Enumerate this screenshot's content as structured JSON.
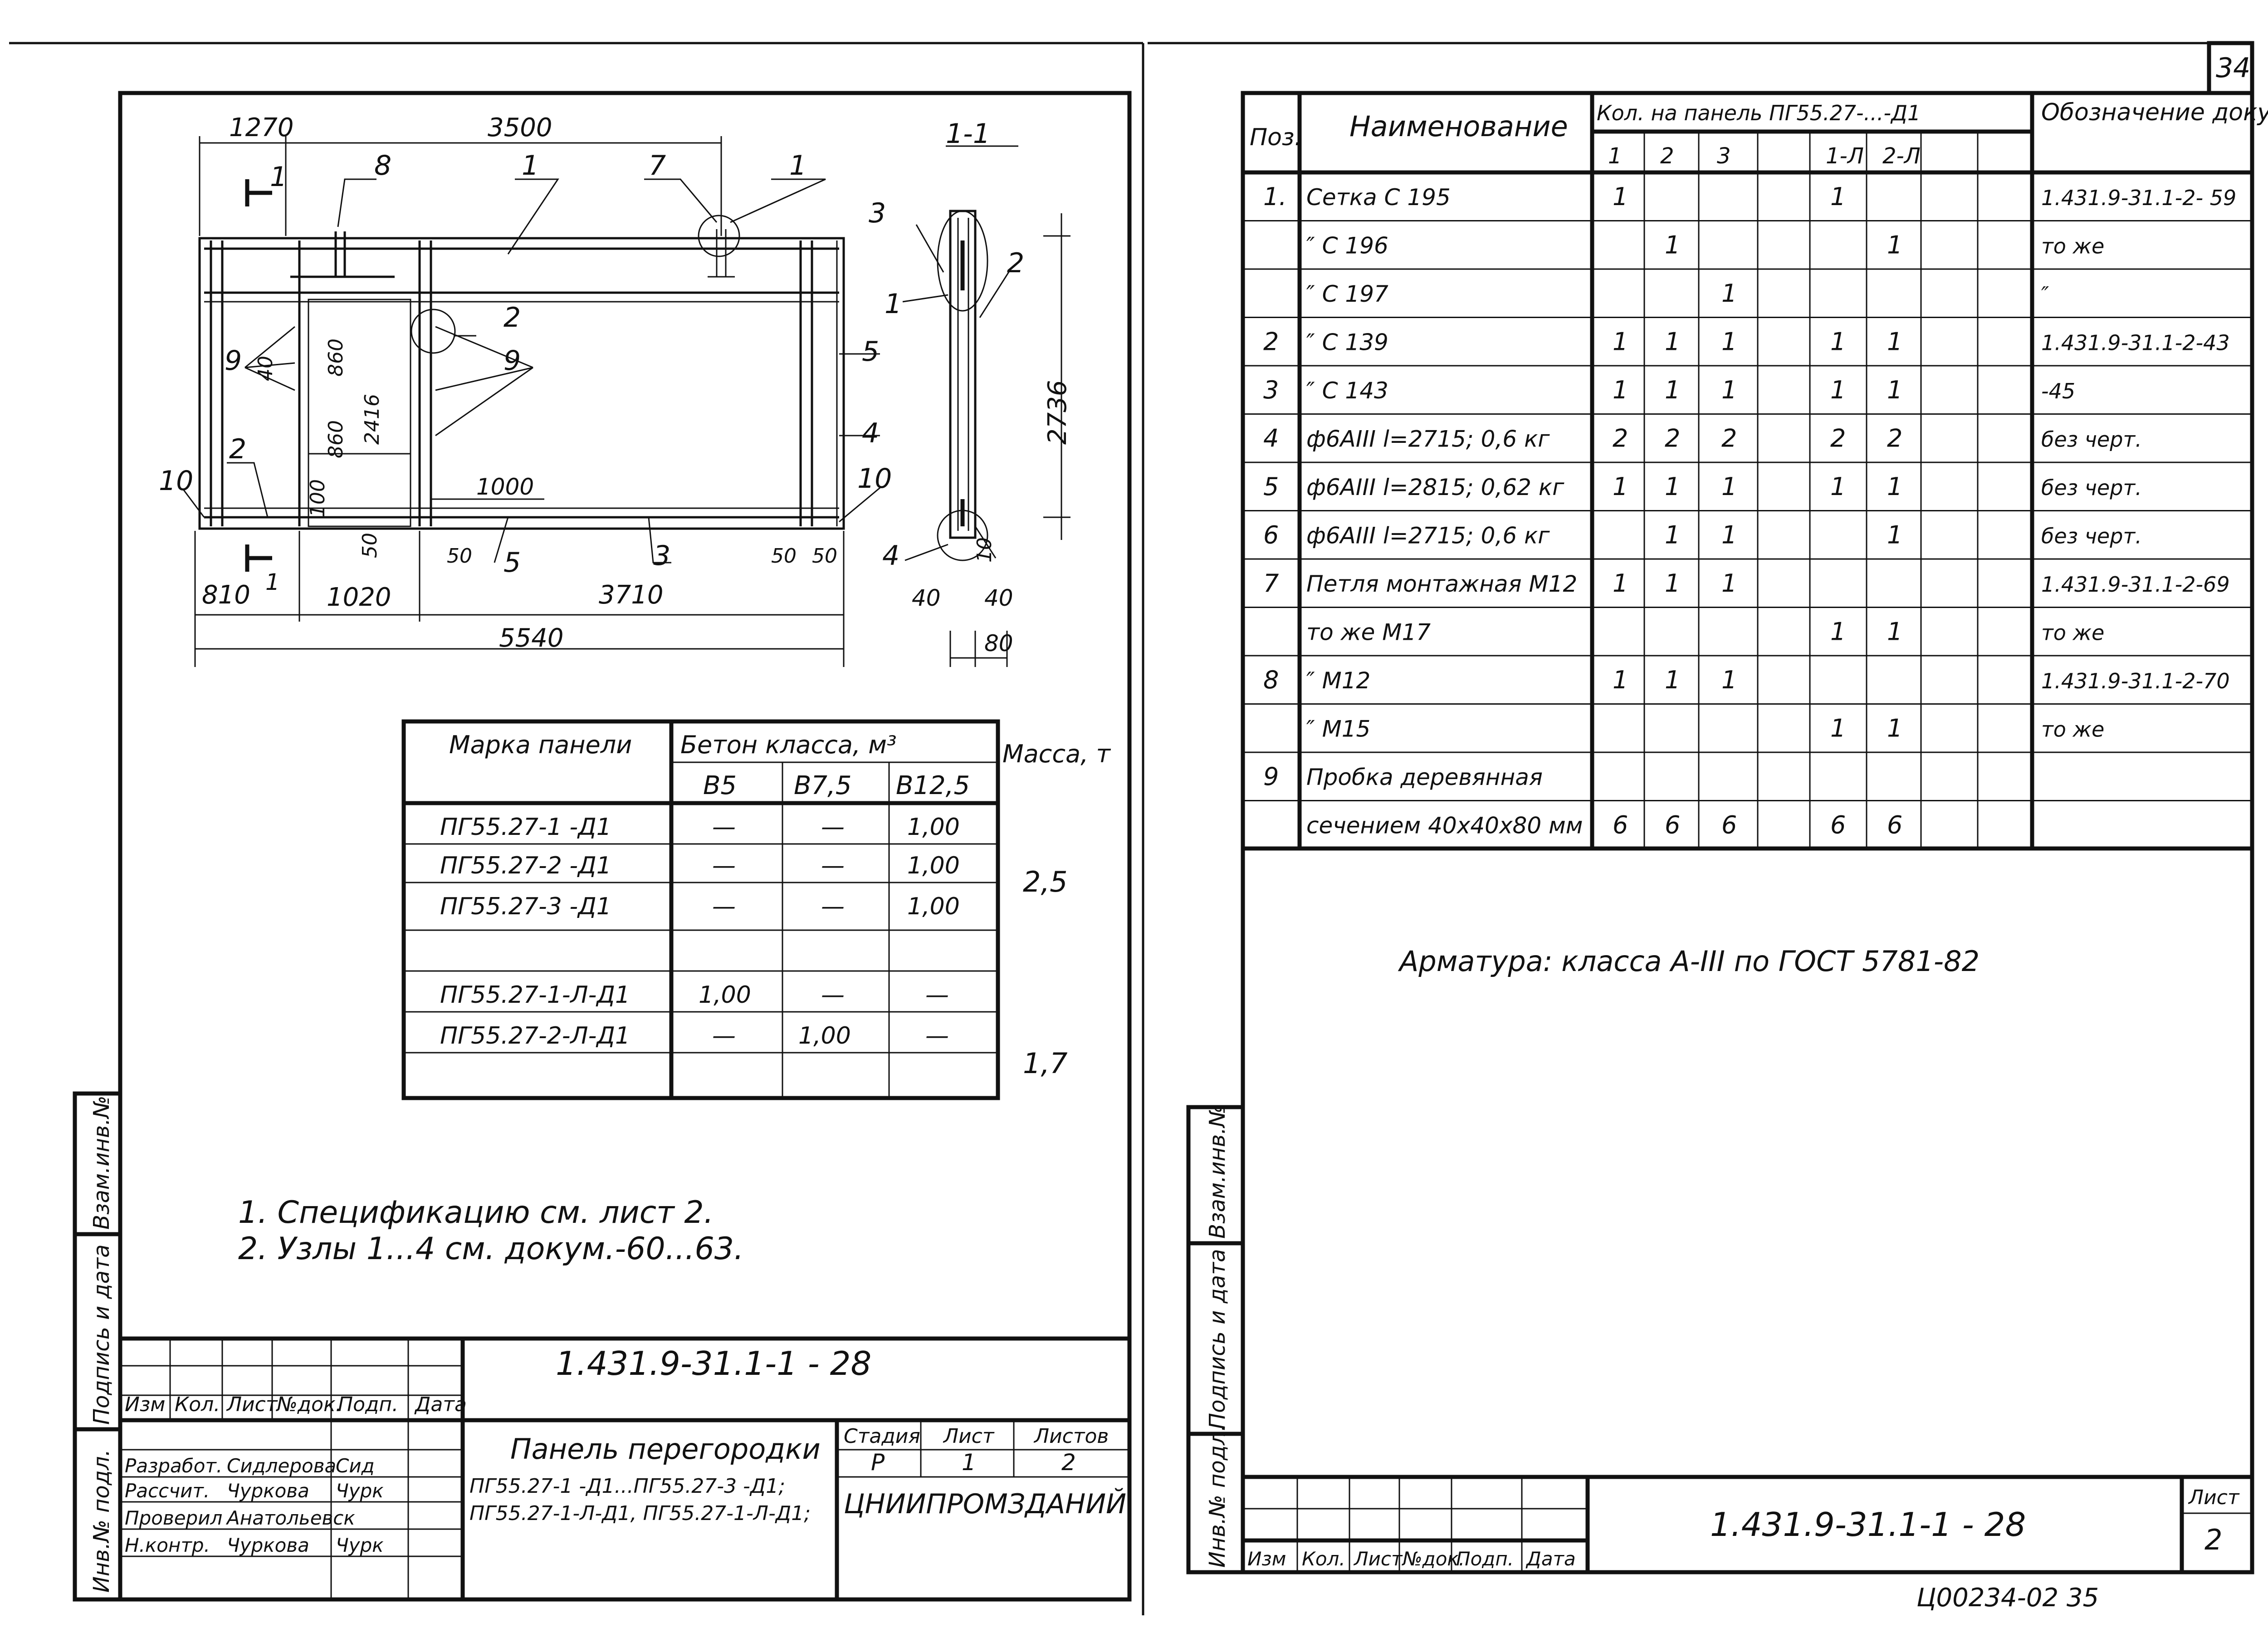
{
  "page_number": "34",
  "left_sheet": {
    "drawing": {
      "dims_top": [
        "1270",
        "3500"
      ],
      "dims_bottom": [
        "810",
        "1020",
        "3710",
        "5540"
      ],
      "dims_inner": [
        "40",
        "860",
        "860",
        "100",
        "2416",
        "1000",
        "50",
        "50",
        "50",
        "50",
        "2736"
      ],
      "callouts": [
        "8",
        "1",
        "7",
        "1",
        "2",
        "9",
        "9",
        "5",
        "4",
        "10",
        "10",
        "2",
        "5",
        "3",
        "3",
        "2",
        "1",
        "4",
        "10"
      ],
      "section_marks": [
        "1",
        "1",
        "1-1"
      ],
      "section_dims": [
        "40",
        "40",
        "80"
      ]
    },
    "mass_table": {
      "headers": {
        "mark": "Марка панели",
        "concrete": "Бетон класса, м³",
        "b5": "В5",
        "b75": "В7,5",
        "b125": "В12,5",
        "mass": "Масса, т"
      },
      "rows": [
        {
          "mark": "ПГ55.27-1 -Д1",
          "b5": "—",
          "b75": "—",
          "b125": "1,00"
        },
        {
          "mark": "ПГ55.27-2 -Д1",
          "b5": "—",
          "b75": "—",
          "b125": "1,00"
        },
        {
          "mark": "ПГ55.27-3 -Д1",
          "b5": "—",
          "b75": "—",
          "b125": "1,00"
        },
        {
          "mark": "",
          "b5": "",
          "b75": "",
          "b125": ""
        },
        {
          "mark": "ПГ55.27-1-Л-Д1",
          "b5": "1,00",
          "b75": "—",
          "b125": "—"
        },
        {
          "mark": "ПГ55.27-2-Л-Д1",
          "b5": "—",
          "b75": "1,00",
          "b125": "—"
        },
        {
          "mark": "",
          "b5": "",
          "b75": "",
          "b125": ""
        }
      ],
      "mass_values": [
        "2,5",
        "1,7"
      ]
    },
    "notes": [
      "1. Спецификацию см. лист 2.",
      "2. Узлы 1...4 см. докум.-60...63."
    ],
    "side_stamp": [
      "Инв.№ подл.",
      "Подпись и дата",
      "Взам.инв.№"
    ],
    "title_block": {
      "doc_code": "1.431.9-31.1-1  -  28",
      "headers": [
        "Изм",
        "Кол.",
        "Лист",
        "№док.",
        "Подп.",
        "Дата"
      ],
      "roles": [
        {
          "role": "Разработ.",
          "name": "Сидлерова",
          "sign": "Сид"
        },
        {
          "role": "Рассчит.",
          "name": "Чуркова",
          "sign": "Чурк"
        },
        {
          "role": "Проверил",
          "name": "Анатольевск",
          "sign": ""
        },
        {
          "role": "Н.контр.",
          "name": "Чуркова",
          "sign": "Чурк"
        }
      ],
      "title": "Панель перегородки",
      "subtitle_1": "ПГ55.27-1 -Д1...ПГ55.27-3 -Д1;",
      "subtitle_2": "ПГ55.27-1-Л-Д1, ПГ55.27-1-Л-Д1;",
      "stage_label": "Стадия",
      "sheet_label": "Лист",
      "sheets_label": "Листов",
      "stage": "Р",
      "sheet": "1",
      "sheets": "2",
      "org": "ЦНИИПРОМЗДАНИЙ"
    }
  },
  "right_sheet": {
    "spec_table": {
      "headers": {
        "pos": "Поз.",
        "name": "Наименование",
        "qty": "Кол. на панель ПГ55.27-...-Д1",
        "cols": [
          "1",
          "2",
          "3",
          "",
          "1-Л",
          "2-Л",
          "",
          ""
        ],
        "doc": "Обозначение документа"
      },
      "rows": [
        {
          "pos": "1.",
          "name": "Сетка     С 195",
          "q": [
            "1",
            "",
            "",
            "",
            "1",
            "",
            "",
            ""
          ],
          "doc": "1.431.9-31.1-2- 59"
        },
        {
          "pos": "",
          "name": "″       С 196",
          "q": [
            "",
            "1",
            "",
            "",
            "",
            "1",
            "",
            ""
          ],
          "doc": "то же"
        },
        {
          "pos": "",
          "name": "″       С 197",
          "q": [
            "",
            "",
            "1",
            "",
            "",
            "",
            "",
            ""
          ],
          "doc": "″"
        },
        {
          "pos": "2",
          "name": "″       С 139",
          "q": [
            "1",
            "1",
            "1",
            "",
            "1",
            "1",
            "",
            ""
          ],
          "doc": "1.431.9-31.1-2-43"
        },
        {
          "pos": "3",
          "name": "″       С 143",
          "q": [
            "1",
            "1",
            "1",
            "",
            "1",
            "1",
            "",
            ""
          ],
          "doc": "-45"
        },
        {
          "pos": "4",
          "name": "ф6АIII  l=2715; 0,6 кг",
          "q": [
            "2",
            "2",
            "2",
            "",
            "2",
            "2",
            "",
            ""
          ],
          "doc": "без черт."
        },
        {
          "pos": "5",
          "name": "ф6АIII  l=2815; 0,62 кг",
          "q": [
            "1",
            "1",
            "1",
            "",
            "1",
            "1",
            "",
            ""
          ],
          "doc": "без черт."
        },
        {
          "pos": "6",
          "name": "ф6АIII  l=2715; 0,6 кг",
          "q": [
            "",
            "1",
            "1",
            "",
            "",
            "1",
            "",
            ""
          ],
          "doc": "без черт."
        },
        {
          "pos": "7",
          "name": "Петля монтажная М12",
          "q": [
            "1",
            "1",
            "1",
            "",
            "",
            "",
            "",
            ""
          ],
          "doc": "1.431.9-31.1-2-69"
        },
        {
          "pos": "",
          "name": "то же           М17",
          "q": [
            "",
            "",
            "",
            "",
            "1",
            "1",
            "",
            ""
          ],
          "doc": "то же"
        },
        {
          "pos": "8",
          "name": "″              М12",
          "q": [
            "1",
            "1",
            "1",
            "",
            "",
            "",
            "",
            ""
          ],
          "doc": "1.431.9-31.1-2-70"
        },
        {
          "pos": "",
          "name": "″              М15",
          "q": [
            "",
            "",
            "",
            "",
            "1",
            "1",
            "",
            ""
          ],
          "doc": "то же"
        },
        {
          "pos": "9",
          "name": "Пробка деревянная",
          "q": [
            "",
            "",
            "",
            "",
            "",
            "",
            "",
            ""
          ],
          "doc": ""
        },
        {
          "pos": "",
          "name": "сечением 40х40х80 мм",
          "q": [
            "6",
            "6",
            "6",
            "",
            "6",
            "6",
            "",
            ""
          ],
          "doc": ""
        }
      ]
    },
    "armature_note": "Арматура: класса А-III по ГОСТ 5781-82",
    "side_stamp": [
      "Инв.№ подл.",
      "Подпись и дата",
      "Взам.инв.№"
    ],
    "title_block": {
      "headers": [
        "Изм",
        "Кол.",
        "Лист",
        "№док.",
        "Подп.",
        "Дата"
      ],
      "doc_code": "1.431.9-31.1-1   - 28",
      "sheet_label": "Лист",
      "sheet": "2"
    },
    "stamp_footer": "Ц00234-02  35"
  }
}
